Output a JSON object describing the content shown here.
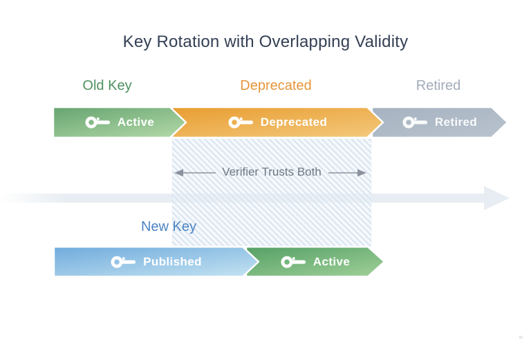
{
  "title": "Key Rotation with Overlapping Validity",
  "stage_labels": [
    {
      "label": "Old Key"
    },
    {
      "label": "Deprecated"
    },
    {
      "label": "Retired"
    }
  ],
  "old_key": {
    "segments": [
      {
        "label": "Active"
      },
      {
        "label": "Deprecated"
      },
      {
        "label": "Retired"
      }
    ]
  },
  "new_key": {
    "label": "New Key",
    "segments": [
      {
        "label": "Published"
      },
      {
        "label": "Active"
      }
    ]
  },
  "overlap": {
    "label": "Verifier Trusts Both"
  },
  "watermark": "»",
  "colors": {
    "title_text": "#333f54",
    "old_key_label": "#4e9060",
    "deprecated_label": "#e6953a",
    "retired_label": "#a2acb8",
    "new_key_label": "#4b84c4",
    "overlap_text": "#6f7983",
    "green_dark": "#66a471",
    "green_light": "#aed6a4",
    "orange_dark": "#e89d30",
    "orange_light": "#f3c678",
    "gray_dark": "#a6b2c0",
    "gray_light": "#b7c2cd",
    "blue_dark": "#70abdc",
    "blue_light": "#bedff0",
    "green2_dark": "#55a065",
    "green2_light": "#9bcd95",
    "timeline_band": "#e7edf2",
    "hatch_stripe": "#d9e5f0",
    "trust_arrow": "#8b949e"
  }
}
